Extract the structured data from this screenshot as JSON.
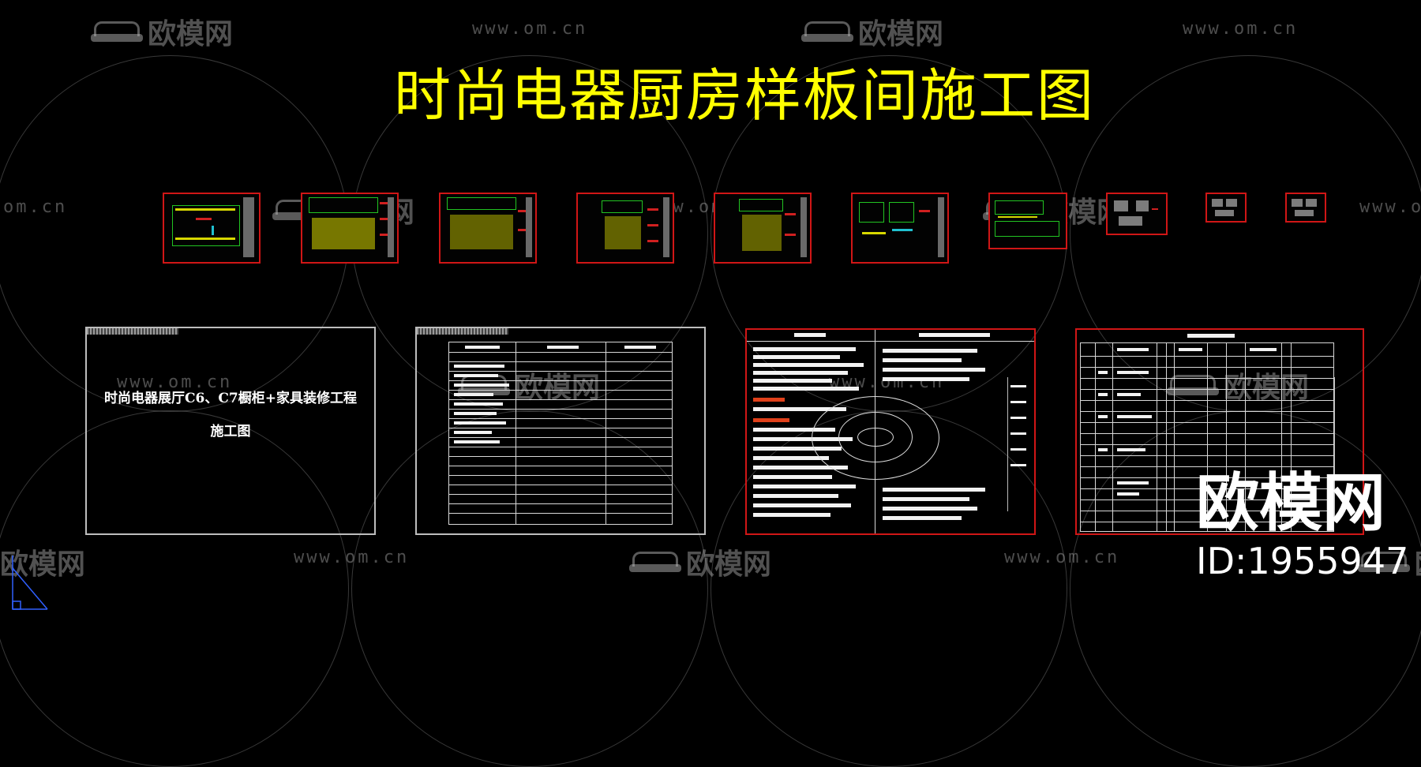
{
  "title": "时尚电器厨房样板间施工图",
  "watermark": {
    "brand": "欧模网",
    "url": "www.om.cn",
    "url_partial": "om.cn",
    "brand_partial_left": "欧模网",
    "brand_partial_right": "欧"
  },
  "cover": {
    "line1": "时尚电器展厅C6、C7橱柜+家具装修工程",
    "line2": "施工图"
  },
  "logo": {
    "brand": "欧模网",
    "id": "ID:1955947"
  },
  "colors": {
    "background": "#000000",
    "title": "#ffff00",
    "frame_red": "#d01616",
    "frame_white": "#bdbdbd",
    "cad_green": "#22c422",
    "cad_yellow": "#d8d800"
  },
  "icons": [
    "sofa-logo-icon",
    "ucs-axis-icon"
  ]
}
